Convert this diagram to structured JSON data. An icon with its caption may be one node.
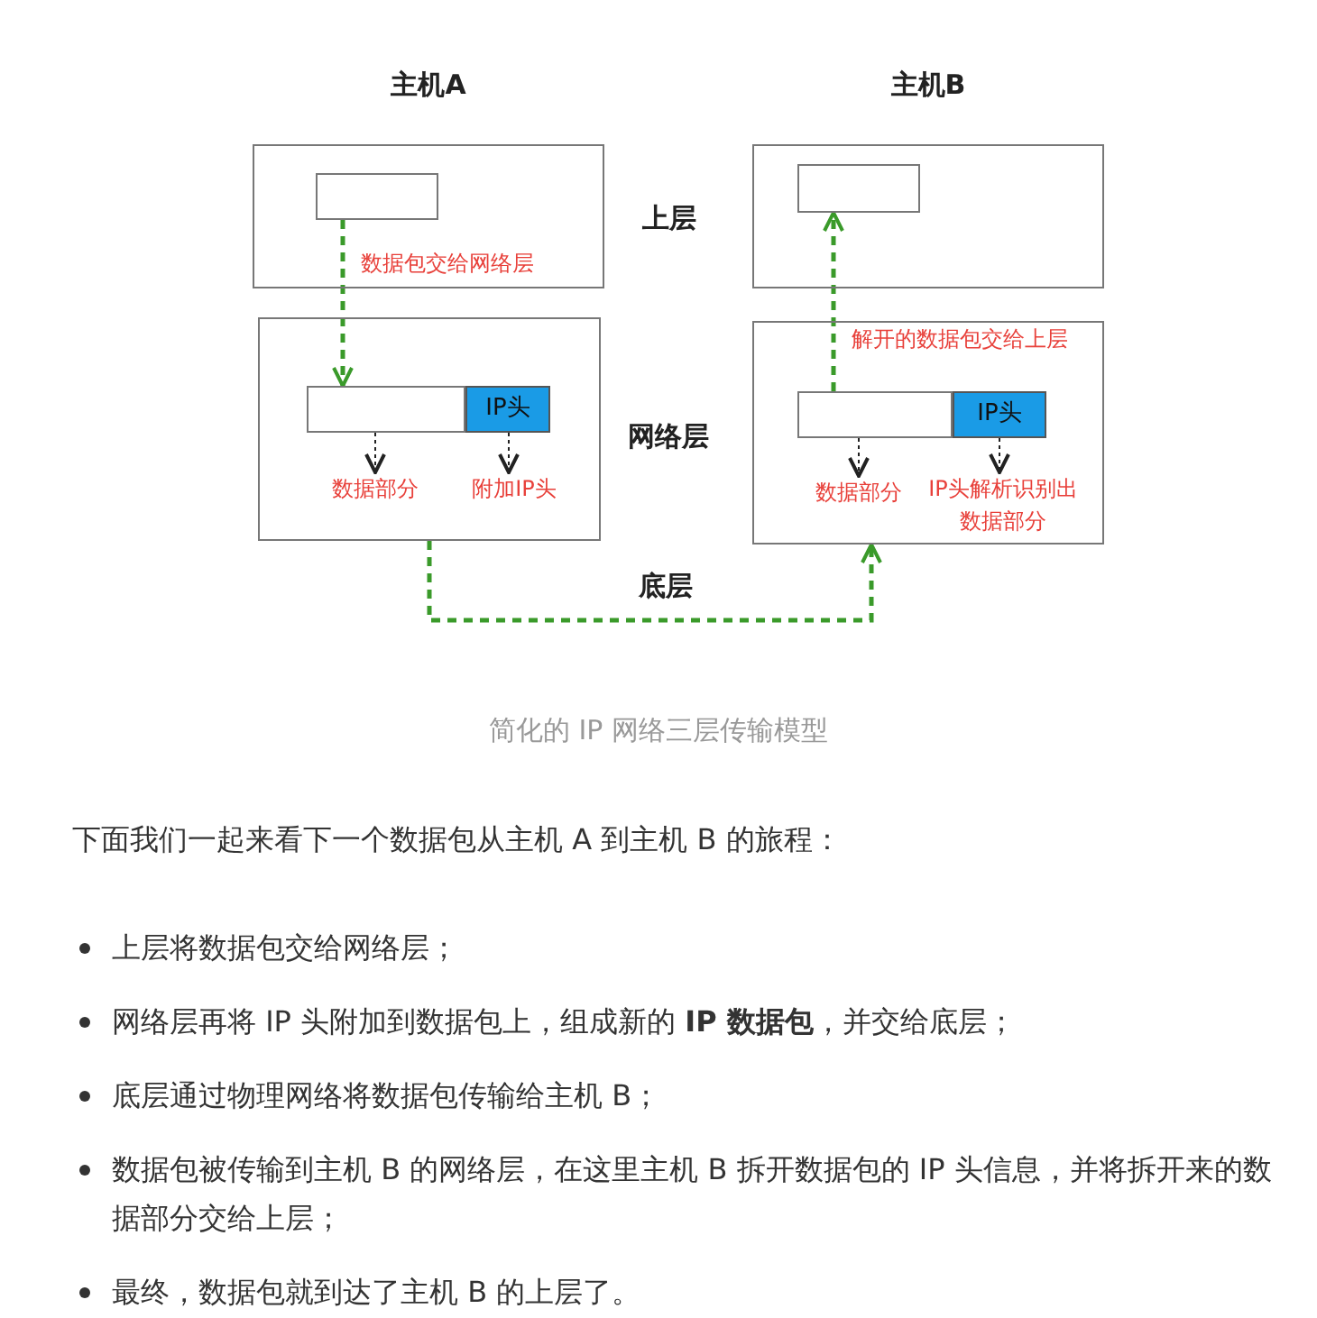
{
  "diagram": {
    "caption": "简化的 IP 网络三层传输模型",
    "nodes": [
      {
        "text": [
          "主机A"
        ]
      },
      {
        "text": [],
        "shape": "box",
        "in": 0
      },
      {
        "text": [],
        "shape": "box"
      },
      {
        "text": [],
        "shape": "box",
        "in": 2
      },
      {
        "text": [
          "IP头"
        ],
        "in": 2
      },
      {
        "text": [
          "数据部分"
        ],
        "in": 2
      },
      {
        "text": [
          "附加IP头"
        ],
        "in": 2
      },
      {
        "text": [
          "主机B"
        ]
      },
      {
        "text": [],
        "shape": "box",
        "in": 7
      },
      {
        "text": [],
        "shape": "box"
      },
      {
        "text": [],
        "shape": "box",
        "in": 9
      },
      {
        "text": [
          "IP头"
        ],
        "in": 9
      },
      {
        "text": [
          "数据部分"
        ],
        "in": 9
      },
      {
        "text": [
          "IP头解析识别出数据部分"
        ],
        "in": 9
      }
    ],
    "edges": [
      {
        "from": 1,
        "to": 3,
        "arrow": "to",
        "label": "数据包交给网络层",
        "style": "dashed",
        "color": "#3a9a2a"
      },
      {
        "from": 3,
        "to": 5,
        "arrow": "to",
        "style": "dashed"
      },
      {
        "from": 4,
        "to": 6,
        "arrow": "to",
        "style": "dashed"
      },
      {
        "from": 2,
        "to": 9,
        "arrow": "to",
        "style": "dashed",
        "color": "#3a9a2a"
      },
      {
        "from": 10,
        "to": 8,
        "arrow": "to",
        "label": "解开的数据包交给上层",
        "style": "dashed",
        "color": "#3a9a2a"
      },
      {
        "from": 10,
        "to": 12,
        "arrow": "to",
        "style": "dashed"
      },
      {
        "from": 11,
        "to": 13,
        "arrow": "to",
        "style": "dashed"
      }
    ],
    "labels": [
      "上层",
      "网络层",
      "底层",
      "下面我们一起来看下一个数据包从主机 A 到主机 B 的旅程：",
      "上层将数据包交给网络层；",
      "网络层再将 IP 头附加到数据包上，组成新的 **IP 数据包**，并交给底层；",
      "底层通过物理网络将数据包传输给主机 B；",
      "数据包被传输到主机 B 的网络层，在这里主机 B 拆开数据包的 IP 头信息，并将拆开来的数据部分交给上层；",
      "最终，数据包就到达了主机 B 的上层了。"
    ]
  }
}
